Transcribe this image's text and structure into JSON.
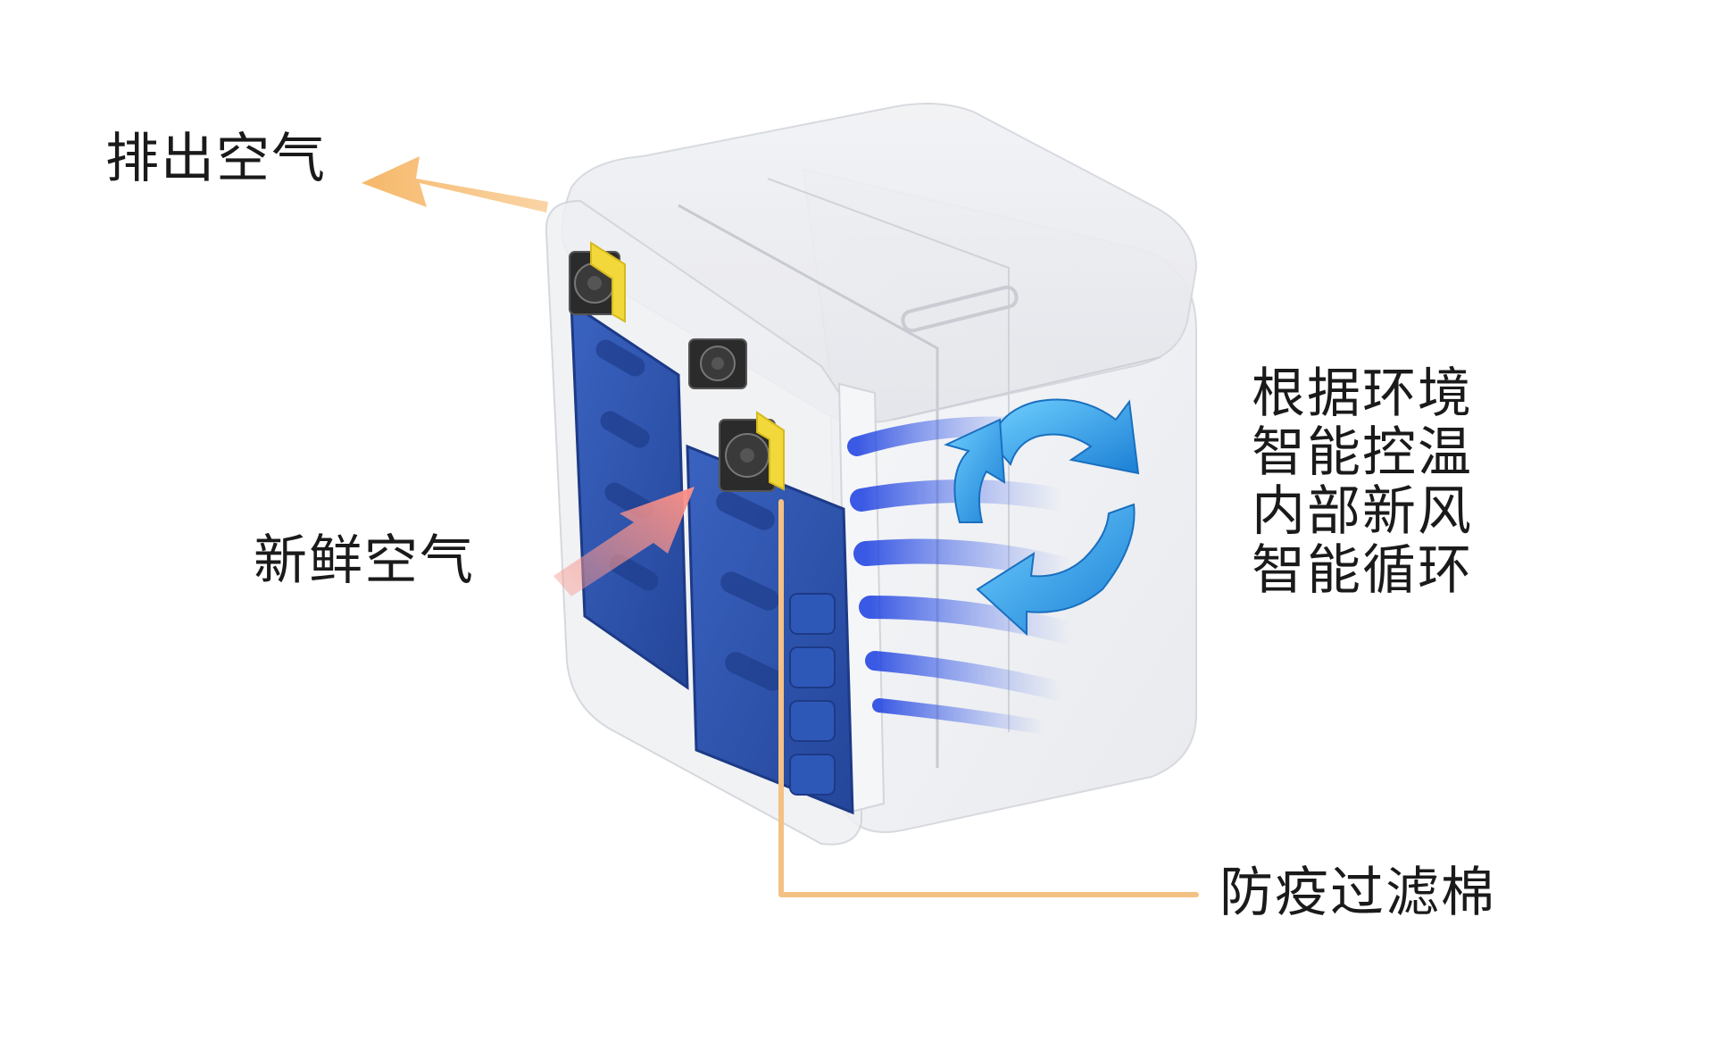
{
  "labels": {
    "exhaust_air": "排出空气",
    "fresh_air": "新鲜空气",
    "filter": "防疫过滤棉"
  },
  "features": [
    "根据环境",
    "智能控温",
    "内部新风",
    "智能循环"
  ],
  "colors": {
    "arrow_orange": "#f6b86a",
    "arrow_pink": "#f79a92",
    "ice_pack_blue": "#2f56b0",
    "airflow_blue": "#2a4ee8",
    "cycle_arrow_blue": "#2c9fe6",
    "filter_yellow": "#f2d83a",
    "leader_line": "#f4c184"
  },
  "icons": [
    "exhaust-arrow-icon",
    "fresh-air-arrow-icon",
    "circulation-cycle-icon",
    "fan-icon"
  ]
}
